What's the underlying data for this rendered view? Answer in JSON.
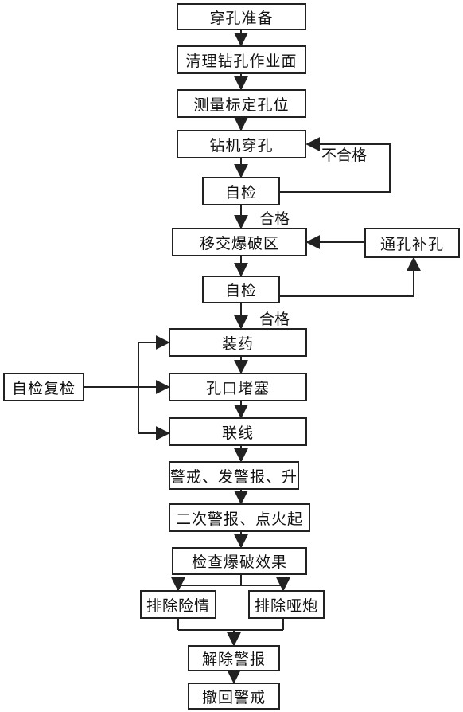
{
  "nodes": {
    "n1": "穿孔准备",
    "n2": "清理钻孔作业面",
    "n3": "测量标定孔位",
    "n4": "钻机穿孔",
    "n5": "自检",
    "n6": "移交爆破区",
    "n7": "自检",
    "n8": "装药",
    "n9": "孔口堵塞",
    "n10": "联线",
    "n11": "警戒、发警报、升",
    "n12": "二次警报、点火起",
    "n13": "检查爆破效果",
    "n14": "排除险情",
    "n15": "排除哑炮",
    "n16": "解除警报",
    "n17": "撤回警戒",
    "side_refill": "通孔补孔",
    "side_recheck": "自检复检"
  },
  "labels": {
    "fail": "不合格",
    "pass1": "合格",
    "pass2": "合格"
  }
}
